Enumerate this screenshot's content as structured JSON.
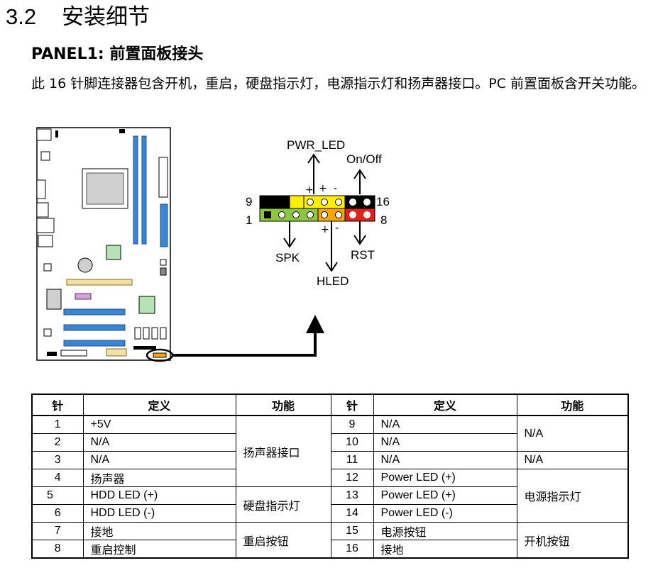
{
  "section": {
    "number": "3.2",
    "title": "安装细节"
  },
  "panel_title": "PANEL1: 前置面板接头",
  "intro": "此 16 针脚连接器包含开机，重启，硬盘指示灯，电源指示灯和扬声器接口。PC 前置面板含开关功能。",
  "connector": {
    "labels": {
      "pwr_led": "PWR_LED",
      "on_off": "On/Off",
      "spk": "SPK",
      "hled": "HLED",
      "rst": "RST"
    },
    "pin_numbers": {
      "top_left": "9",
      "top_right": "16",
      "bottom_left": "1",
      "bottom_right": "8"
    },
    "polarity": {
      "plus": "+",
      "minus": "-"
    },
    "colors": {
      "black": "#000000",
      "yellow": "#ffee00",
      "green": "#8dc63f",
      "orange": "#f7a600",
      "red": "#e0231a"
    }
  },
  "table": {
    "headers": [
      "针",
      "定义",
      "功能",
      "针",
      "定义",
      "功能"
    ],
    "left_rows": [
      {
        "pin": "1",
        "def": "+5V"
      },
      {
        "pin": "2",
        "def": "N/A"
      },
      {
        "pin": "3",
        "def": "N/A"
      },
      {
        "pin": "4",
        "def": "扬声器"
      },
      {
        "pin": "5",
        "def": "HDD LED (+)"
      },
      {
        "pin": "6",
        "def": "HDD LED (-)"
      },
      {
        "pin": "7",
        "def": "接地"
      },
      {
        "pin": "8",
        "def": "重启控制"
      }
    ],
    "left_functions": [
      "扬声器接口",
      "硬盘指示灯",
      "重启按钮"
    ],
    "right_rows": [
      {
        "pin": "9",
        "def": "N/A"
      },
      {
        "pin": "10",
        "def": "N/A"
      },
      {
        "pin": "11",
        "def": "N/A"
      },
      {
        "pin": "12",
        "def": "Power LED (+)"
      },
      {
        "pin": "13",
        "def": "Power LED (+)"
      },
      {
        "pin": "14",
        "def": "Power LED (-)"
      },
      {
        "pin": "15",
        "def": "电源按钮"
      },
      {
        "pin": "16",
        "def": "接地"
      }
    ],
    "right_functions": [
      "N/A",
      "N/A",
      "电源指示灯",
      "开机按钮"
    ]
  }
}
